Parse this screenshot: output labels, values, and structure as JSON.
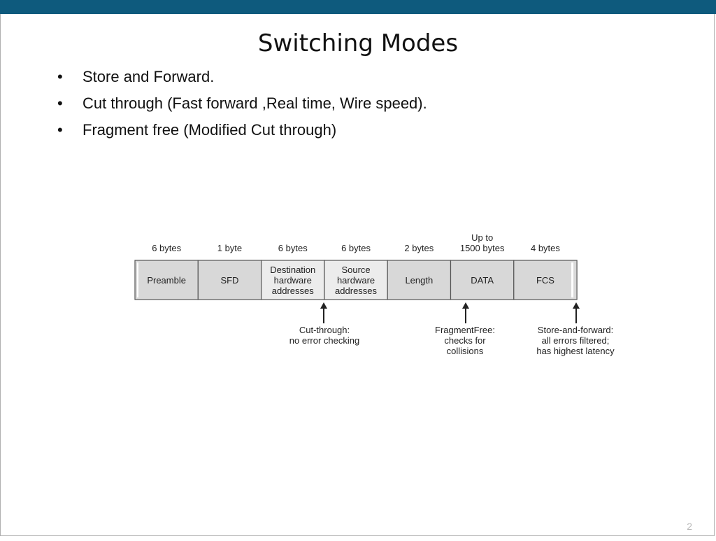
{
  "slide": {
    "title": "Switching Modes",
    "bullets": [
      "Store and Forward.",
      "Cut through (Fast forward ,Real time, Wire speed).",
      "Fragment free (Modified Cut through)"
    ],
    "bullet_glyph": "•",
    "page_number": "2",
    "header_color": "#0e5a7d"
  },
  "frame": {
    "fields": [
      {
        "size": "6 bytes",
        "name": [
          "Preamble"
        ]
      },
      {
        "size": "1 byte",
        "name": [
          "SFD"
        ]
      },
      {
        "size": "6 bytes",
        "name": [
          "Destination",
          "hardware",
          "addresses"
        ]
      },
      {
        "size": "6 bytes",
        "name": [
          "Source",
          "hardware",
          "addresses"
        ]
      },
      {
        "size": "2 bytes",
        "name": [
          "Length"
        ]
      },
      {
        "size": [
          "Up to",
          "1500 bytes"
        ],
        "name": [
          "DATA"
        ]
      },
      {
        "size": "4 bytes",
        "name": [
          "FCS"
        ]
      }
    ],
    "annotations": [
      {
        "lines": [
          "Cut-through:",
          "no error checking"
        ]
      },
      {
        "lines": [
          "FragmentFree:",
          "checks for",
          "collisions"
        ]
      },
      {
        "lines": [
          "Store-and-forward:",
          "all errors filtered;",
          "has highest latency"
        ]
      }
    ],
    "arrow_icon": "up-arrow-icon"
  }
}
